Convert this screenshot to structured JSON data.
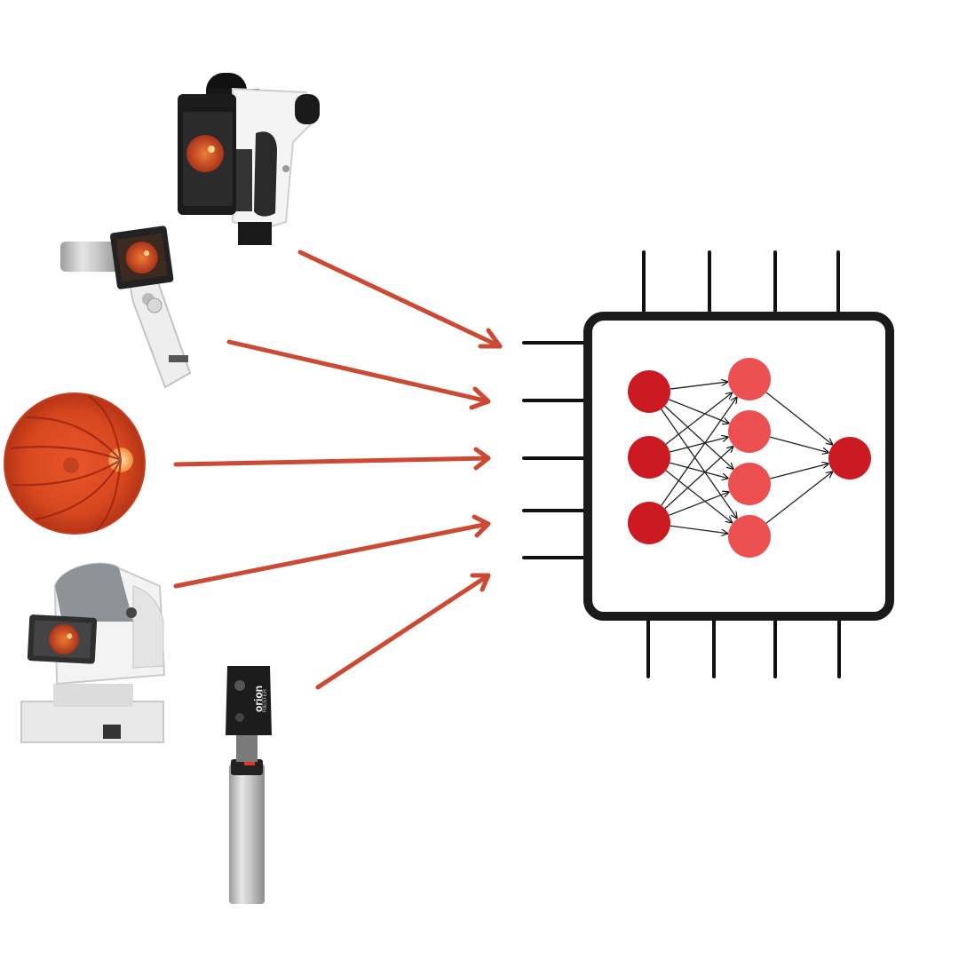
{
  "devices": [
    {
      "id": "smartphone-fundus-adapter",
      "icon": "smartphone-fundus-camera-icon"
    },
    {
      "id": "handheld-fundus-camera",
      "icon": "handheld-fundus-camera-icon"
    },
    {
      "id": "retina-fundus-photo",
      "icon": "retina-photo-icon"
    },
    {
      "id": "desktop-fundus-camera",
      "icon": "desktop-fundus-camera-icon"
    },
    {
      "id": "ophthalmoscope",
      "icon": "ophthalmoscope-icon",
      "brand_text": "orion",
      "brand_sub": "RIESTER"
    }
  ],
  "connections": {
    "count": 5,
    "color": "#cc4a33"
  },
  "processor": {
    "icon": "ai-chip-icon",
    "frame_color": "#1a1a1a",
    "network": {
      "layers": [
        3,
        4,
        1
      ],
      "input_color": "#cc1a22",
      "hidden_color": "#ec5050",
      "output_color": "#cc1a22"
    }
  }
}
